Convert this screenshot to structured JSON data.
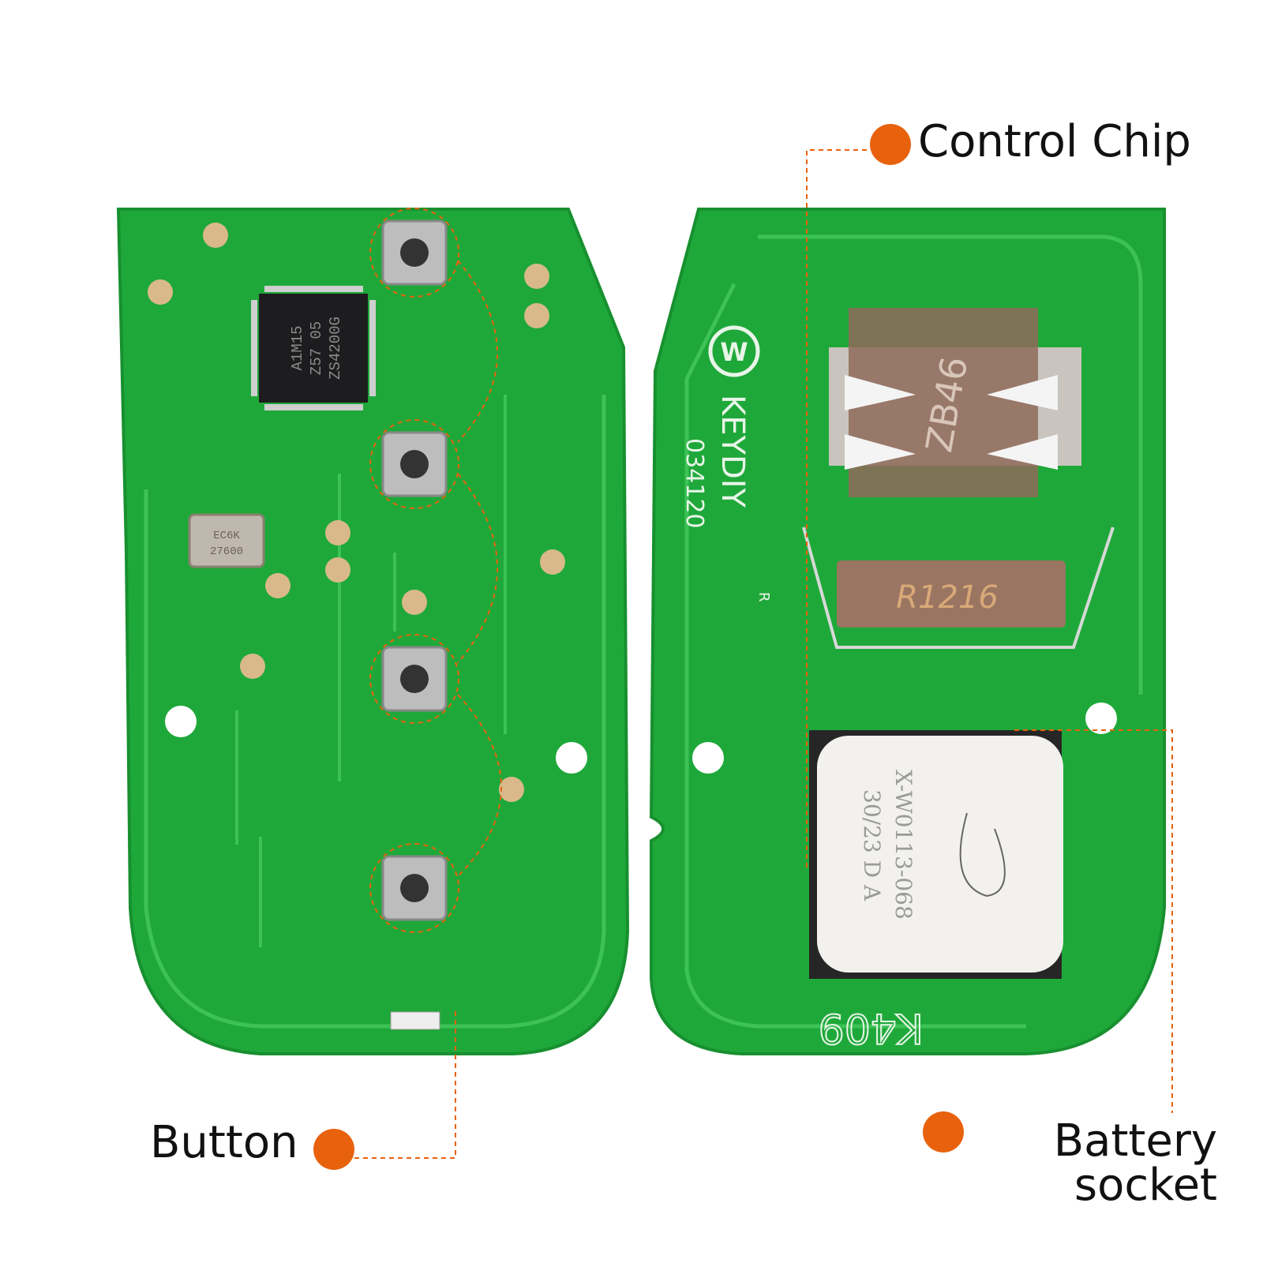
{
  "callouts": {
    "control_chip": "Control Chip",
    "button": "Button",
    "battery_socket_line1": "Battery",
    "battery_socket_line2": "socket"
  },
  "board_markings": {
    "chip_line1": "A1M15",
    "chip_line2": "Z57 05",
    "chip_line3": "ZS4200G",
    "crystal_line1": "EC6K",
    "crystal_line2": "27600",
    "brand": "KEYDIY",
    "brand_badge": "W",
    "registered": "R",
    "serial": "034120",
    "battery_clip": "ZB46",
    "battery_contact": "R1216",
    "module_line1": "X-W0113-068",
    "module_line2": "30/23 D A",
    "model": "K409"
  },
  "colors": {
    "accent": "#e8620e",
    "pcb": "#1fa83a",
    "trace": "#3cc255",
    "pad": "#d9b98a"
  }
}
